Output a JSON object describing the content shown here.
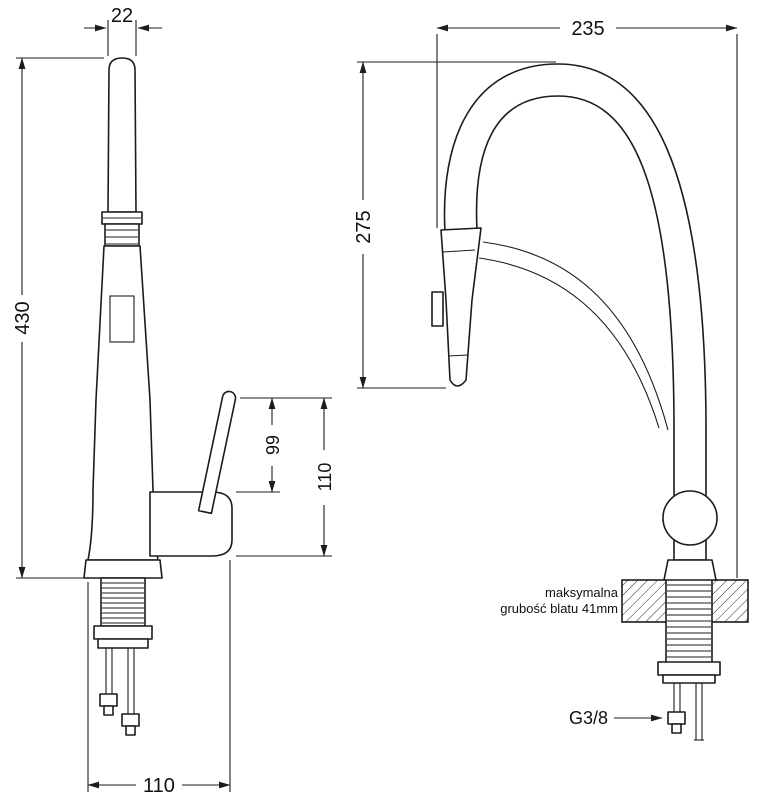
{
  "drawing": {
    "background": "#ffffff",
    "line_color": "#1c1c1c"
  },
  "left_view": {
    "dim_spout_width": "22",
    "dim_total_height": "430",
    "dim_handle_upper": "99",
    "dim_handle_height": "110",
    "dim_base_width": "110"
  },
  "right_view": {
    "dim_width": "235",
    "dim_spout_height": "275",
    "counter_note_line1": "maksymalna",
    "counter_note_line2": "grubość blatu 41mm",
    "thread_label": "G3/8"
  }
}
